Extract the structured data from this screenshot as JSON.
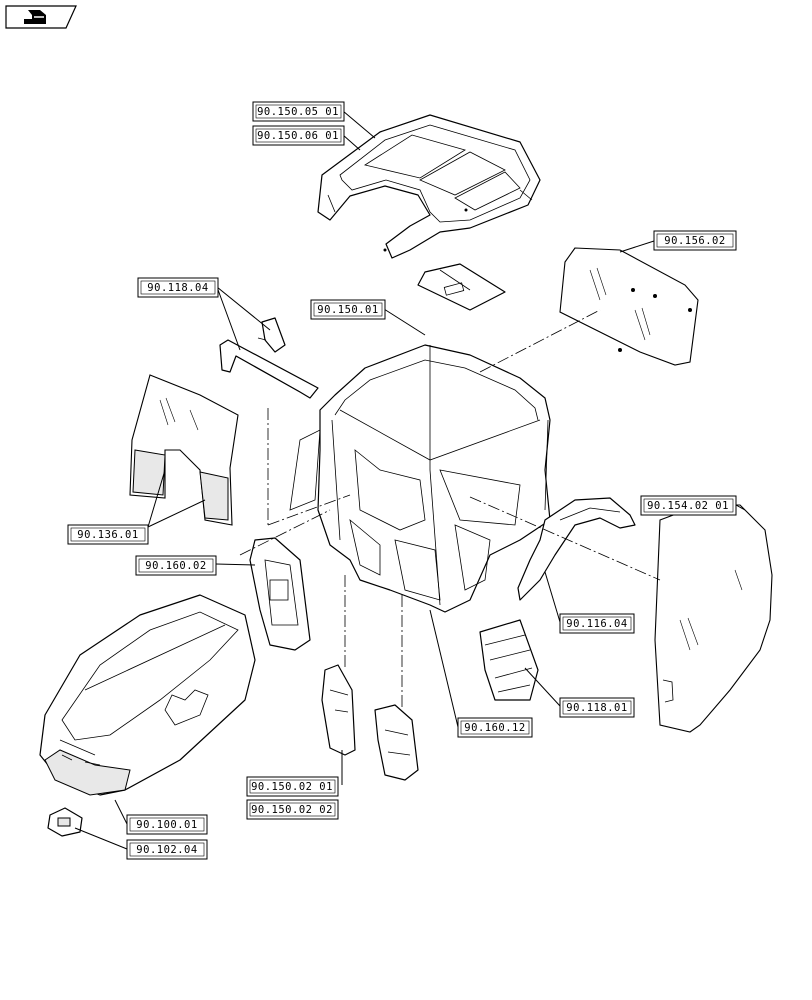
{
  "nav": {
    "icon": "next-page-icon"
  },
  "labels": [
    {
      "id": "roof-1",
      "text": "90.150.05 01"
    },
    {
      "id": "roof-2",
      "text": "90.150.06 01"
    },
    {
      "id": "rear-window",
      "text": "90.156.02"
    },
    {
      "id": "mirror",
      "text": "90.118.04"
    },
    {
      "id": "roof-plate",
      "text": "90.150.01"
    },
    {
      "id": "windshield",
      "text": "90.136.01"
    },
    {
      "id": "side-door",
      "text": "90.154.02 01"
    },
    {
      "id": "seat-panel",
      "text": "90.160.02"
    },
    {
      "id": "fender",
      "text": "90.116.04"
    },
    {
      "id": "steps",
      "text": "90.118.01"
    },
    {
      "id": "platform",
      "text": "90.160.12"
    },
    {
      "id": "mount-1",
      "text": "90.150.02 01"
    },
    {
      "id": "mount-2",
      "text": "90.150.02 02"
    },
    {
      "id": "hood",
      "text": "90.100.01"
    },
    {
      "id": "grille",
      "text": "90.102.04"
    }
  ]
}
